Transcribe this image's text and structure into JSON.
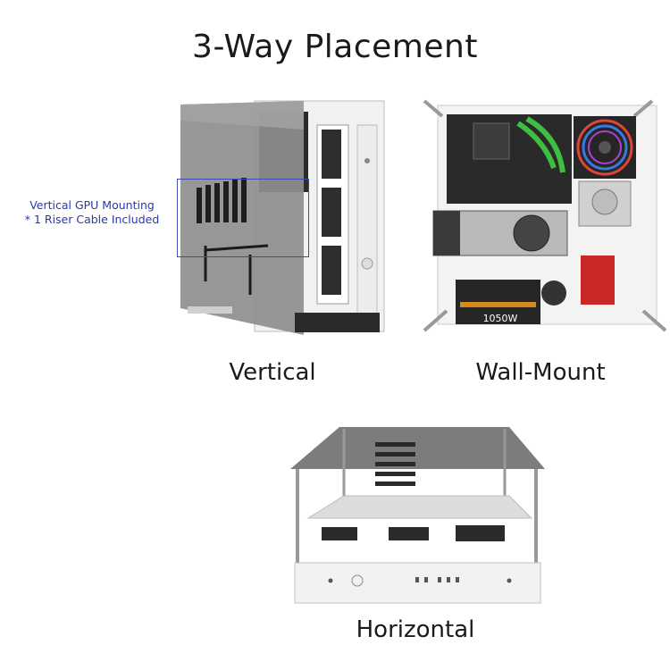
{
  "page": {
    "title": "3-Way Placement"
  },
  "placements": [
    {
      "label": "Vertical"
    },
    {
      "label": "Wall-Mount"
    },
    {
      "label": "Horizontal"
    }
  ],
  "annotation": {
    "line1": "Vertical GPU Mounting",
    "line2": "* 1 Riser Cable Included"
  },
  "psu": {
    "wattage": "1050W"
  },
  "colors": {
    "annotation_blue": "#2a3aa0",
    "case_white": "#f1f1f1",
    "glass_gray": "#8a8a8a",
    "frame_dark": "#2a2a2a"
  }
}
